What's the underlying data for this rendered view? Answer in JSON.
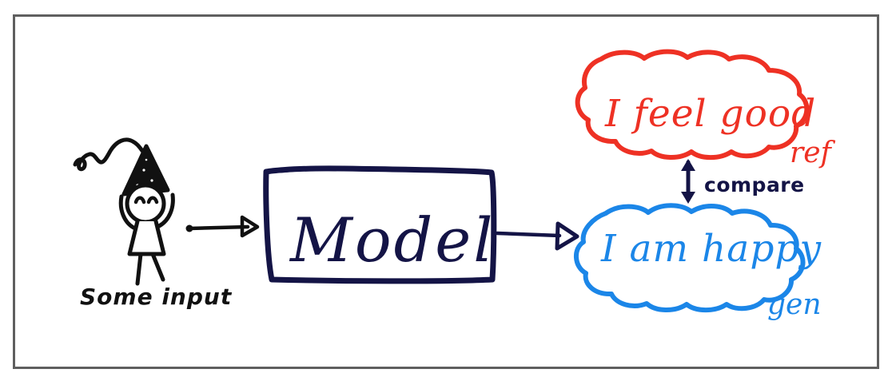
{
  "diagram": {
    "title": "model-evaluation-sketch",
    "background_color": "#ffffff",
    "frame_border_color": "#5f5f5f"
  },
  "colors": {
    "ink_black": "#111111",
    "navy": "#141446",
    "red": "#ee3124",
    "blue": "#1b86e8",
    "frame_gray": "#5f5f5f"
  },
  "nodes": {
    "input_label": "Some input",
    "model_label": "Model",
    "reference_text": "I feel good",
    "reference_tag": "ref",
    "generated_text": "I am happy",
    "generated_tag": "gen",
    "compare_label": "compare"
  },
  "icons": {
    "stick_figure": "stick-figure-with-party-hat-icon",
    "squiggle": "squiggle-line-icon",
    "arrow_input_to_model": "arrow-right-icon",
    "arrow_model_to_output": "arrow-right-icon",
    "compare_arrow": "arrow-up-down-icon",
    "reference_cloud": "cloud-bubble-icon",
    "generated_cloud": "cloud-bubble-icon"
  }
}
